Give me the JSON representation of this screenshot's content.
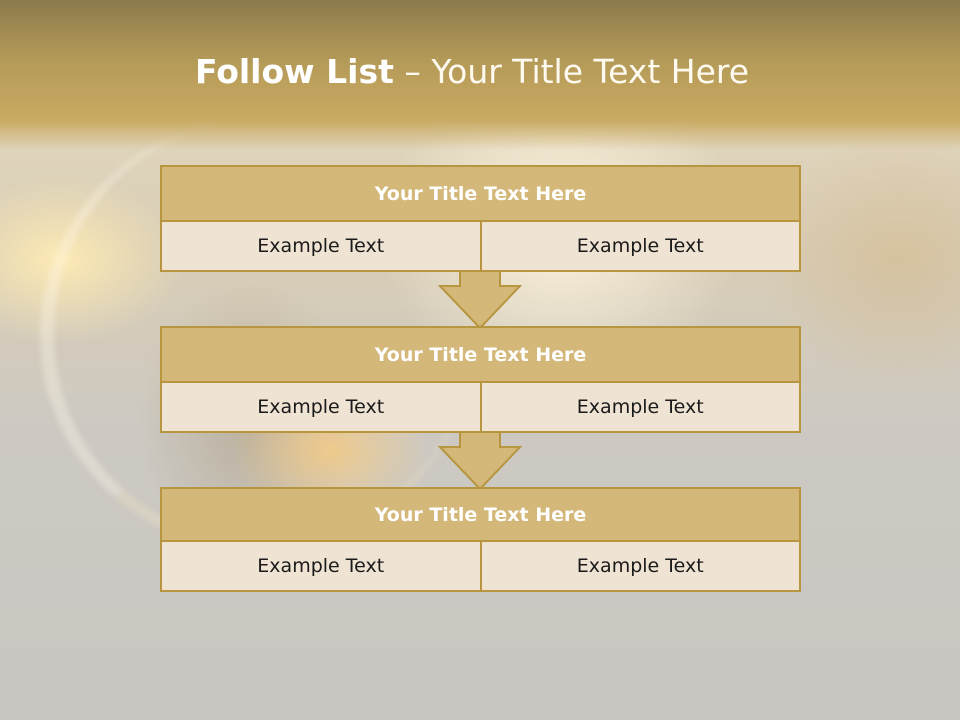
{
  "slide": {
    "title_bold": "Follow List",
    "title_rest": " – Your Title Text Here"
  },
  "blocks": [
    {
      "title": "Your Title Text Here",
      "cells": [
        "Example Text",
        "Example Text"
      ]
    },
    {
      "title": "Your Title Text Here",
      "cells": [
        "Example Text",
        "Example Text"
      ]
    },
    {
      "title": "Your Title Text Here",
      "cells": [
        "Example Text",
        "Example Text"
      ]
    }
  ],
  "colors": {
    "header": "#b49a58",
    "block_title_fill": "#d3b879",
    "block_border": "#b8963f",
    "cell_fill": "#efe3d3",
    "arrow_fill": "#d3b879"
  }
}
